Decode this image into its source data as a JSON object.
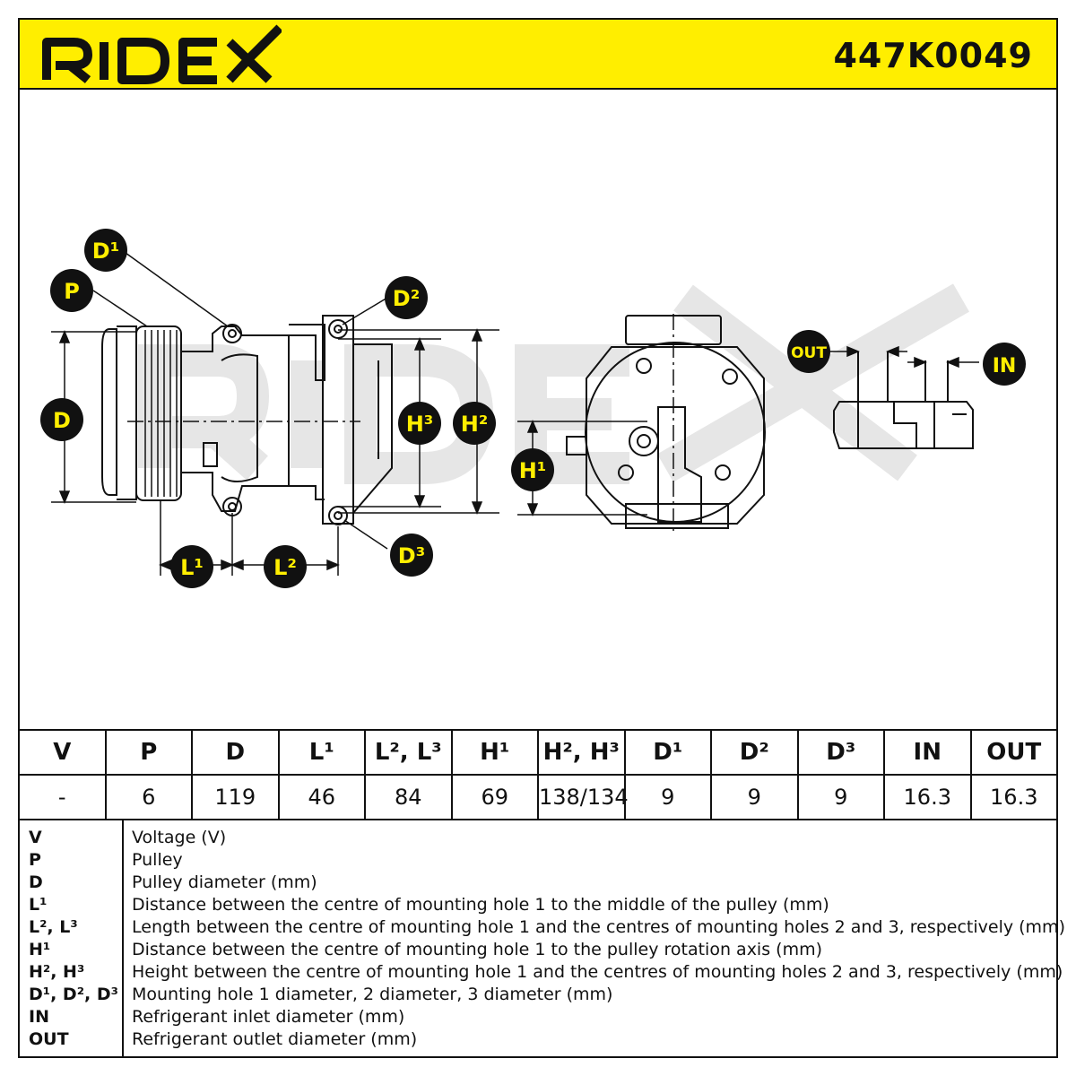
{
  "header": {
    "brand": "RIDEX",
    "part_number": "447K0049"
  },
  "diagram": {
    "watermark": "RIDEX",
    "labels": {
      "D1": "D¹",
      "P": "P",
      "D2": "D²",
      "D": "D",
      "H3": "H³",
      "H2": "H²",
      "H1": "H¹",
      "D3": "D³",
      "L1": "L¹",
      "L2": "L²",
      "OUT": "OUT",
      "IN": "IN"
    }
  },
  "spec_table": {
    "headers": [
      "V",
      "P",
      "D",
      "L¹",
      "L², L³",
      "H¹",
      "H², H³",
      "D¹",
      "D²",
      "D³",
      "IN",
      "OUT"
    ],
    "values": [
      "-",
      "6",
      "119",
      "46",
      "84",
      "69",
      "138/134",
      "9",
      "9",
      "9",
      "16.3",
      "16.3"
    ]
  },
  "legend": [
    {
      "key": "V",
      "desc": "Voltage (V)"
    },
    {
      "key": "P",
      "desc": "Pulley"
    },
    {
      "key": "D",
      "desc": "Pulley diameter (mm)"
    },
    {
      "key": "L¹",
      "desc": "Distance between the centre of mounting hole 1 to the middle of the pulley (mm)"
    },
    {
      "key": "L², L³",
      "desc": "Length between the centre of mounting hole 1 and the centres of mounting holes 2 and 3, respectively (mm)"
    },
    {
      "key": "H¹",
      "desc": "Distance between the centre of mounting hole 1 to the pulley rotation axis (mm)"
    },
    {
      "key": "H², H³",
      "desc": "Height between the centre of mounting hole 1 and the centres of mounting holes 2 and 3, respectively (mm)"
    },
    {
      "key": "D¹, D², D³",
      "desc": "Mounting hole 1 diameter, 2 diameter, 3 diameter (mm)"
    },
    {
      "key": "IN",
      "desc": "Refrigerant inlet diameter (mm)"
    },
    {
      "key": "OUT",
      "desc": "Refrigerant outlet diameter (mm)"
    }
  ],
  "colors": {
    "accent": "#ffee00",
    "ink": "#111111",
    "watermark": "#e6e6e6"
  }
}
